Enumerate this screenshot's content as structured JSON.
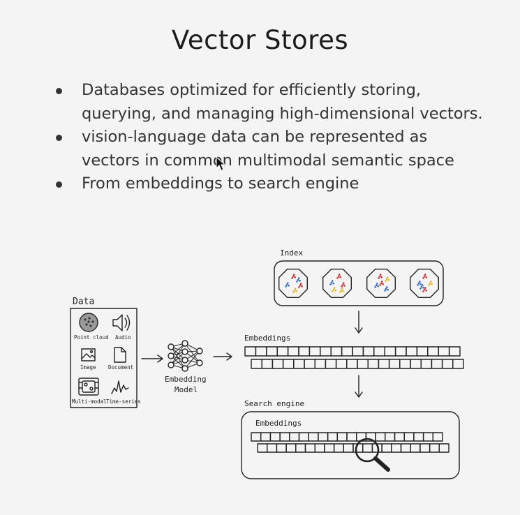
{
  "slide": {
    "title": "Vector Stores",
    "bullets": [
      "Databases optimized for efficiently storing, querying, and managing high-dimensional vectors.",
      "vision-language data can be represented as vectors in common multimodal semantic space",
      "From embeddings to search engine"
    ]
  },
  "diagram": {
    "data_label": "Data",
    "data_items": [
      "Point cloud",
      "Audio",
      "Image",
      "Document",
      "Multi-modal",
      "Time-series"
    ],
    "model_label_1": "Embedding",
    "model_label_2": "Model",
    "index_label": "Index",
    "embeddings_label": "Embeddings",
    "search_label": "Search engine",
    "search_embeddings_label": "Embeddings",
    "cluster_colors": [
      "#d62f2f",
      "#2f6bd6",
      "#e8b81c"
    ]
  }
}
